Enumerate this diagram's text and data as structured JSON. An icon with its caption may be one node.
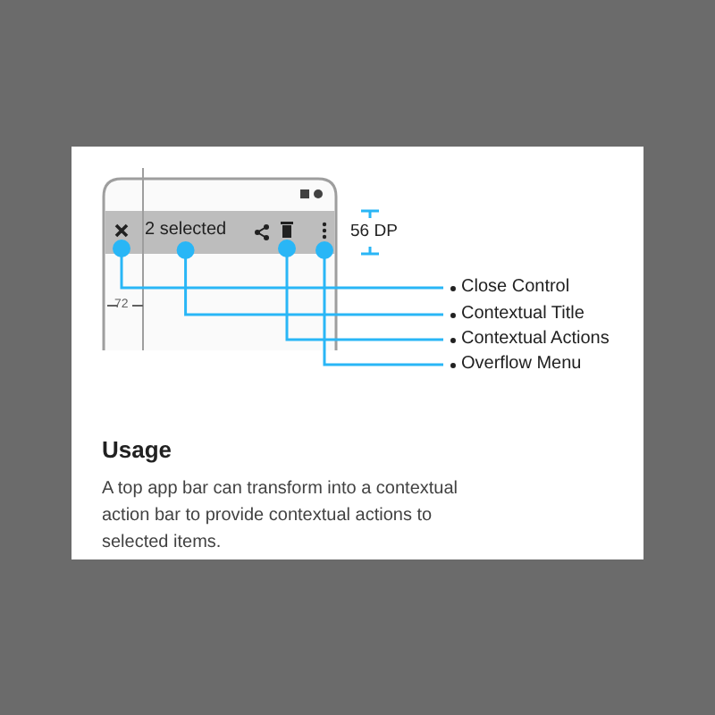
{
  "diagram": {
    "title": "Usage",
    "caption": "A top app bar can transform into a contextual action bar to provide contextual actions to selected items.",
    "nodes": [
      {
        "text": [],
        "shape": "cross"
      },
      {
        "text": [
          "2 selected"
        ]
      },
      {
        "text": [],
        "shape": "bin"
      },
      {
        "text": [],
        "shape": "dots"
      },
      {
        "text": [
          "Close Control"
        ]
      },
      {
        "text": [
          "Contextual Title"
        ]
      },
      {
        "text": [
          "Contextual Actions"
        ]
      },
      {
        "text": [
          "Overflow Menu"
        ]
      }
    ],
    "edges": [
      {
        "from": 4,
        "to": 0,
        "arrow": "other"
      },
      {
        "from": 5,
        "to": 1,
        "arrow": "other"
      },
      {
        "from": 6,
        "to": 2,
        "arrow": "other"
      },
      {
        "from": 7,
        "to": 3,
        "arrow": "other"
      }
    ],
    "labels": [
      "56 DP",
      "72"
    ]
  }
}
